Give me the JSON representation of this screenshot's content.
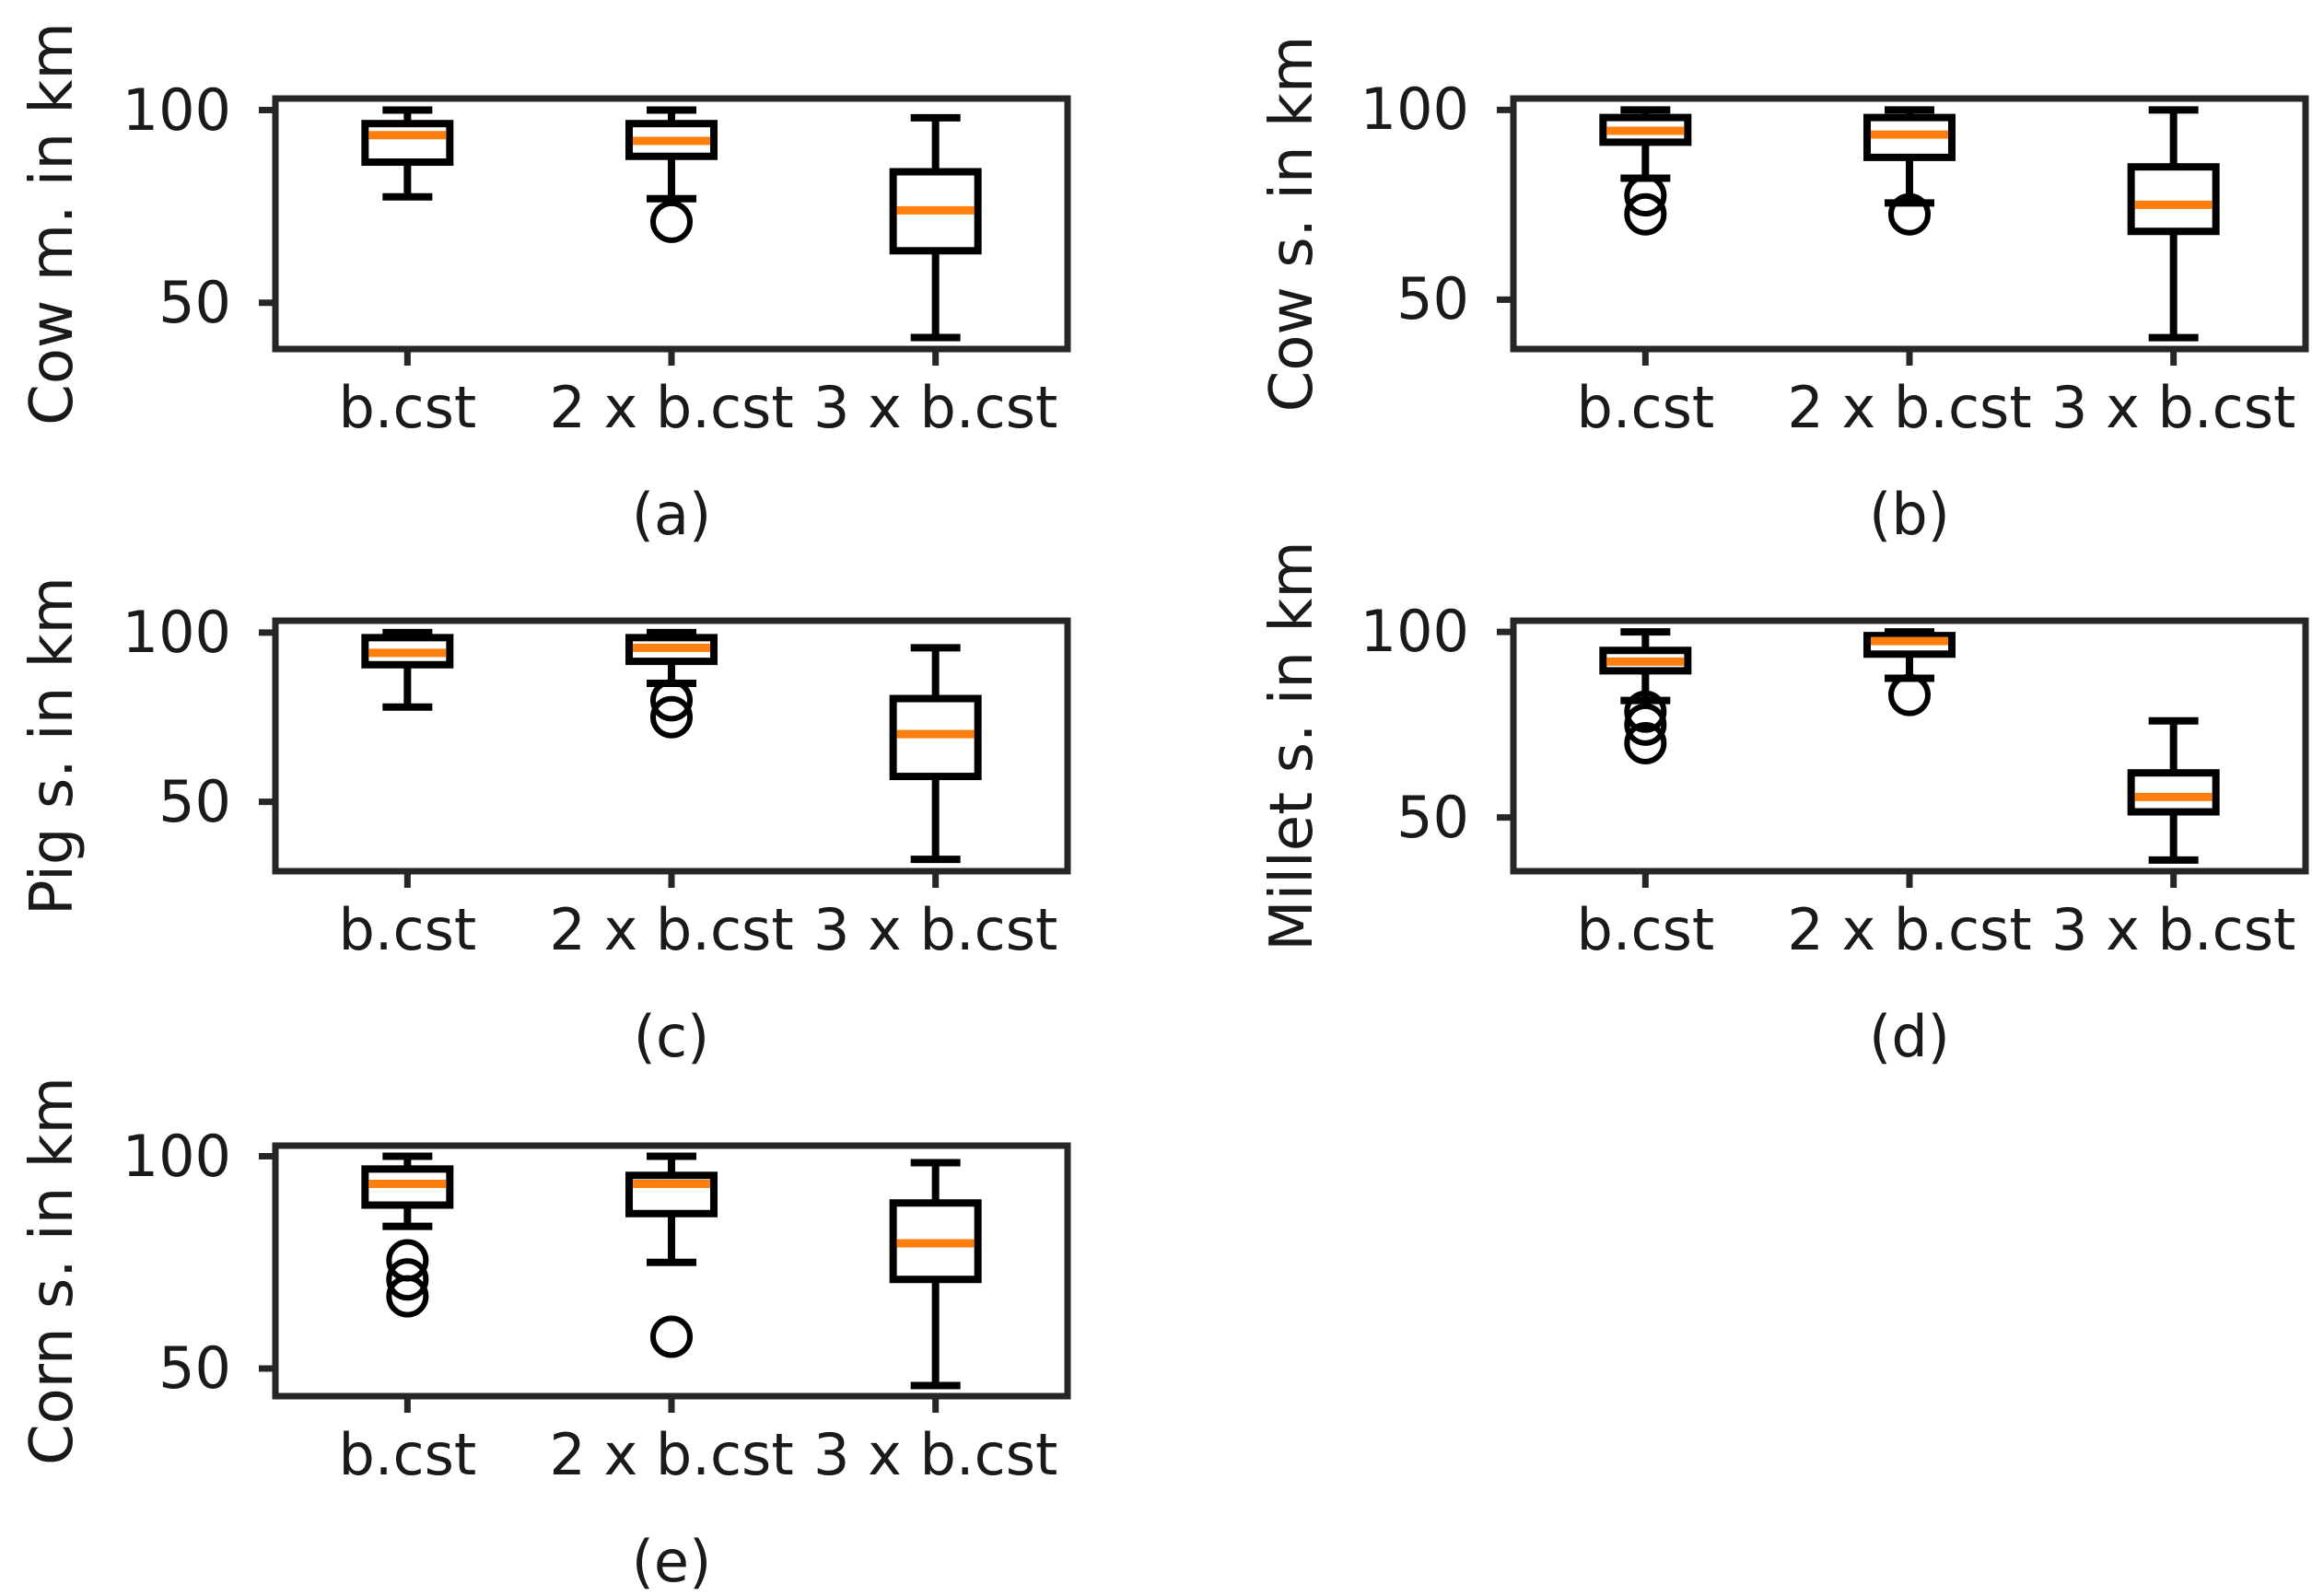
{
  "figure": {
    "background": "#ffffff",
    "median_color": "#ff7f0e",
    "box_line_color": "#000000",
    "spine_color": "#262626",
    "text_color": "#1a1a1a"
  },
  "chart_data": [
    {
      "type": "boxplot",
      "caption": "(a)",
      "ylabel": "Cow m. in km",
      "categories": [
        "b.cst",
        "2 x b.cst",
        "3 x b.cst"
      ],
      "yticks": [
        50,
        100
      ],
      "ylim": [
        38,
        103
      ],
      "grid": {
        "row": 0,
        "col": 0
      },
      "boxes": [
        {
          "category": "b.cst",
          "whislo": 77.5,
          "q1": 86.5,
          "med": 93.5,
          "q3": 96.5,
          "whishi": 100,
          "fliers": []
        },
        {
          "category": "2 x b.cst",
          "whislo": 77,
          "q1": 88,
          "med": 92,
          "q3": 96.5,
          "whishi": 100,
          "fliers": [
            71
          ]
        },
        {
          "category": "3 x b.cst",
          "whislo": 41,
          "q1": 63.5,
          "med": 74,
          "q3": 84,
          "whishi": 98,
          "fliers": []
        }
      ]
    },
    {
      "type": "boxplot",
      "caption": "(b)",
      "ylabel": "Cow s. in km",
      "categories": [
        "b.cst",
        "2 x b.cst",
        "3 x b.cst"
      ],
      "yticks": [
        50,
        100
      ],
      "ylim": [
        37,
        103
      ],
      "grid": {
        "row": 0,
        "col": 1
      },
      "boxes": [
        {
          "category": "b.cst",
          "whislo": 82,
          "q1": 91.5,
          "med": 94.5,
          "q3": 98,
          "whishi": 100,
          "fliers": [
            77.5,
            72.5
          ]
        },
        {
          "category": "2 x b.cst",
          "whislo": 75.5,
          "q1": 87.5,
          "med": 93.5,
          "q3": 98,
          "whishi": 100,
          "fliers": [
            72.5
          ]
        },
        {
          "category": "3 x b.cst",
          "whislo": 40,
          "q1": 68,
          "med": 75,
          "q3": 85,
          "whishi": 100,
          "fliers": []
        }
      ]
    },
    {
      "type": "boxplot",
      "caption": "(c)",
      "ylabel": "Pig s. in km",
      "categories": [
        "b.cst",
        "2 x b.cst",
        "3 x b.cst"
      ],
      "yticks": [
        50,
        100
      ],
      "ylim": [
        29.5,
        103.5
      ],
      "grid": {
        "row": 1,
        "col": 0
      },
      "boxes": [
        {
          "category": "b.cst",
          "whislo": 78,
          "q1": 90.5,
          "med": 94,
          "q3": 98.5,
          "whishi": 100,
          "fliers": []
        },
        {
          "category": "2 x b.cst",
          "whislo": 85,
          "q1": 91.5,
          "med": 95.5,
          "q3": 98.5,
          "whishi": 100,
          "fliers": [
            80,
            75
          ]
        },
        {
          "category": "3 x b.cst",
          "whislo": 33,
          "q1": 57.5,
          "med": 70,
          "q3": 80.5,
          "whishi": 95.5,
          "fliers": []
        }
      ]
    },
    {
      "type": "boxplot",
      "caption": "(d)",
      "ylabel": "Millet s. in km",
      "categories": [
        "b.cst",
        "2 x b.cst",
        "3 x b.cst"
      ],
      "yticks": [
        50,
        100
      ],
      "ylim": [
        35.5,
        103
      ],
      "grid": {
        "row": 1,
        "col": 1
      },
      "boxes": [
        {
          "category": "b.cst",
          "whislo": 81.5,
          "q1": 89.5,
          "med": 92,
          "q3": 95,
          "whishi": 100,
          "fliers": [
            78.5,
            75,
            70
          ]
        },
        {
          "category": "2 x b.cst",
          "whislo": 87.5,
          "q1": 94,
          "med": 97.5,
          "q3": 99,
          "whishi": 100,
          "fliers": [
            83
          ]
        },
        {
          "category": "3 x b.cst",
          "whislo": 38.5,
          "q1": 51.5,
          "med": 55.5,
          "q3": 62,
          "whishi": 76,
          "fliers": []
        }
      ]
    },
    {
      "type": "boxplot",
      "caption": "(e)",
      "ylabel": "Corn s. in km",
      "categories": [
        "b.cst",
        "2 x b.cst",
        "3 x b.cst"
      ],
      "yticks": [
        50,
        100
      ],
      "ylim": [
        43.5,
        102.5
      ],
      "grid": {
        "row": 2,
        "col": 0
      },
      "boxes": [
        {
          "category": "b.cst",
          "whislo": 83.5,
          "q1": 88.5,
          "med": 93.5,
          "q3": 97,
          "whishi": 100,
          "fliers": [
            75.5,
            71,
            67
          ]
        },
        {
          "category": "2 x b.cst",
          "whislo": 75,
          "q1": 86.5,
          "med": 93.5,
          "q3": 95.5,
          "whishi": 100,
          "fliers": [
            57.5
          ]
        },
        {
          "category": "3 x b.cst",
          "whislo": 46,
          "q1": 71,
          "med": 79.5,
          "q3": 89,
          "whishi": 98.5,
          "fliers": []
        }
      ]
    }
  ]
}
